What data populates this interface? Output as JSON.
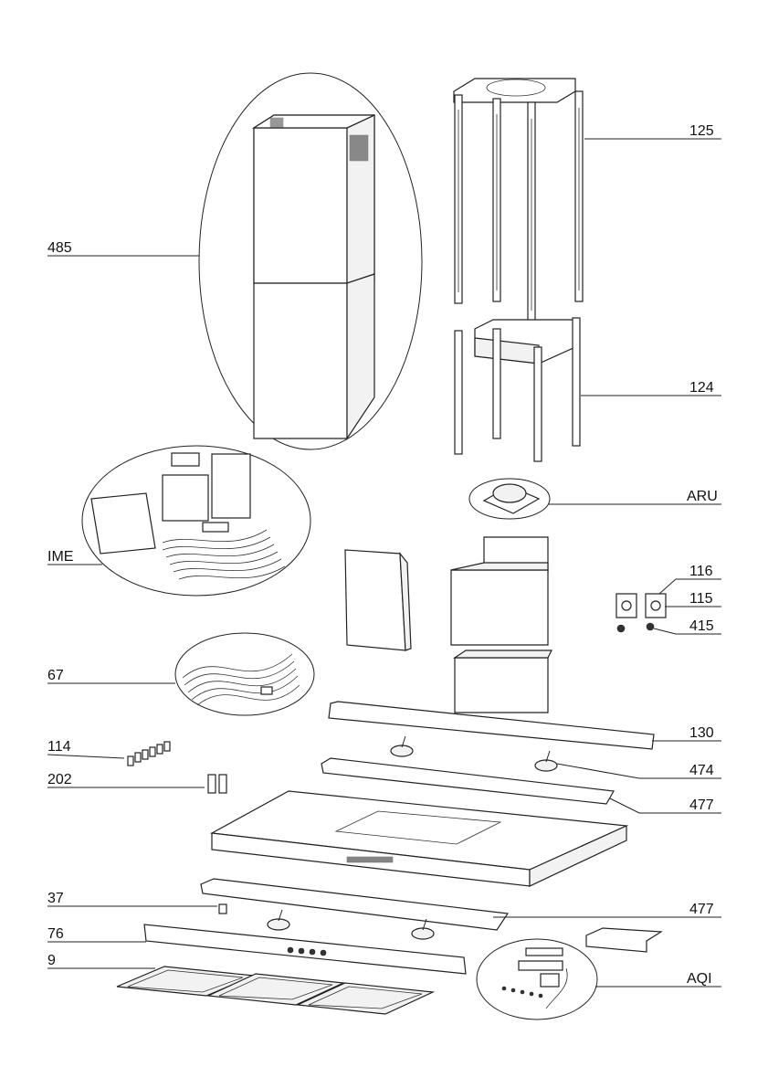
{
  "labels": {
    "l485": "485",
    "l125": "125",
    "l124": "124",
    "lARU": "ARU",
    "lIME": "IME",
    "l116": "116",
    "l115": "115",
    "l415": "415",
    "l67": "67",
    "l130": "130",
    "l114": "114",
    "l474": "474",
    "l202": "202",
    "l477a": "477",
    "l37": "37",
    "l477b": "477",
    "l76": "76",
    "l9": "9",
    "lAQI": "AQI"
  }
}
